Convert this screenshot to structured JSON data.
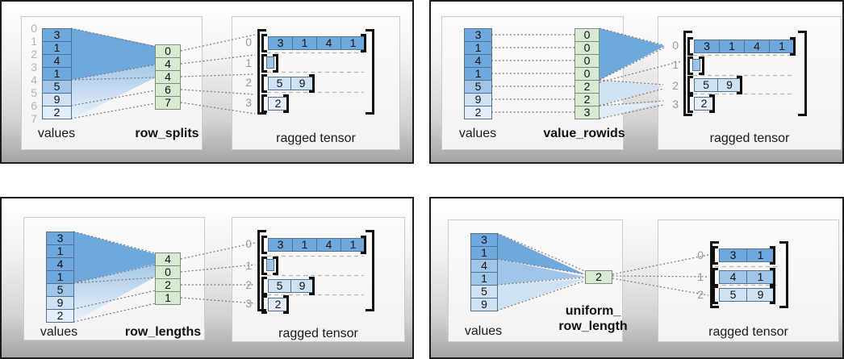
{
  "colors": {
    "dark_blue": "#6fa8dc",
    "medium_blue": "#9fc5e8",
    "light_blue": "#cfe2f3",
    "pale_blue": "#e3eefa",
    "green": "#d9ead3"
  },
  "panels": [
    {
      "name": "row_splits",
      "values_label": "values",
      "param_label": "row_splits",
      "result_label": "ragged tensor",
      "value_indices": [
        "0",
        "1",
        "2",
        "3",
        "4",
        "5",
        "6",
        "7"
      ],
      "values": [
        "3",
        "1",
        "4",
        "1",
        "5",
        "9",
        "2"
      ],
      "param_cells": [
        "0",
        "4",
        "4",
        "6",
        "7"
      ],
      "row_labels": [
        "0",
        "1",
        "2",
        "3"
      ],
      "rows": [
        [
          "3",
          "1",
          "4",
          "1"
        ],
        [],
        [
          "5",
          "9"
        ],
        [
          "2"
        ]
      ]
    },
    {
      "name": "value_rowids",
      "values_label": "values",
      "param_label": "value_rowids",
      "result_label": "ragged tensor",
      "values": [
        "3",
        "1",
        "4",
        "1",
        "5",
        "9",
        "2"
      ],
      "param_cells": [
        "0",
        "0",
        "0",
        "0",
        "2",
        "2",
        "3"
      ],
      "row_labels": [
        "0",
        "1",
        "2",
        "3"
      ],
      "rows": [
        [
          "3",
          "1",
          "4",
          "1"
        ],
        [],
        [
          "5",
          "9"
        ],
        [
          "2"
        ]
      ]
    },
    {
      "name": "row_lengths",
      "values_label": "values",
      "param_label": "row_lengths",
      "result_label": "ragged tensor",
      "values": [
        "3",
        "1",
        "4",
        "1",
        "5",
        "9",
        "2"
      ],
      "param_cells": [
        "4",
        "0",
        "2",
        "1"
      ],
      "row_labels": [
        "0",
        "1",
        "2",
        "3"
      ],
      "rows": [
        [
          "3",
          "1",
          "4",
          "1"
        ],
        [],
        [
          "5",
          "9"
        ],
        [
          "2"
        ]
      ]
    },
    {
      "name": "uniform_row_length",
      "values_label": "values",
      "param_label": "uniform_\nrow_length",
      "result_label": "ragged tensor",
      "values": [
        "3",
        "1",
        "4",
        "1",
        "5",
        "9"
      ],
      "param_cells": [
        "2"
      ],
      "row_labels": [
        "0",
        "1",
        "2"
      ],
      "rows": [
        [
          "3",
          "1"
        ],
        [
          "4",
          "1"
        ],
        [
          "5",
          "9"
        ]
      ]
    }
  ]
}
